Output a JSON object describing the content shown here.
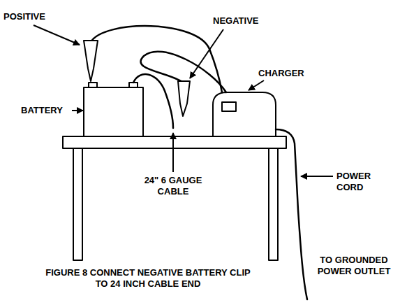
{
  "diagram": {
    "caption": "FIGURE 8 CONNECT NEGATIVE BATTERY CLIP TO 24 INCH CABLE END",
    "labels": [
      "POSITIVE",
      "NEGATIVE",
      "CHARGER",
      "BATTERY",
      "24\" 6 GAUGE CABLE",
      "POWER CORD",
      "TO GROUNDED POWER OUTLET"
    ]
  }
}
